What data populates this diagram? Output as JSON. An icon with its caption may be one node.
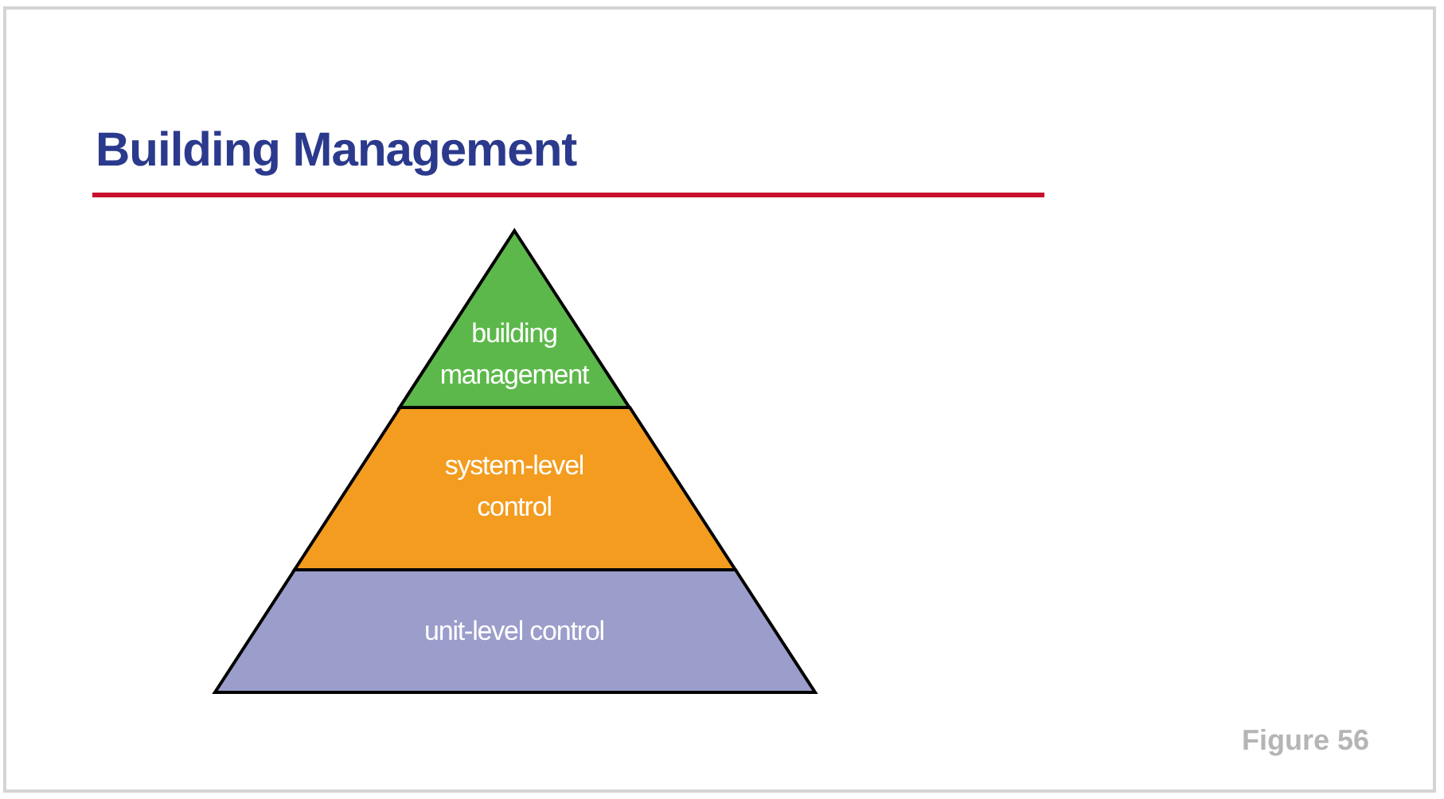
{
  "diagram": {
    "title": "Building Management",
    "nodes": [
      {
        "text": [
          "building management"
        ]
      },
      {
        "text": [
          "system-level control"
        ]
      },
      {
        "text": [
          "unit-level control"
        ]
      }
    ],
    "labels": [
      "Figure 56"
    ]
  }
}
